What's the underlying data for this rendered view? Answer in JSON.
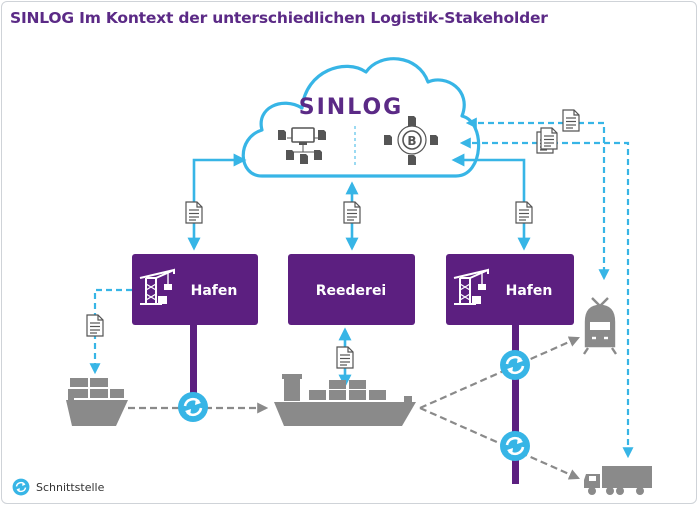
{
  "title": "SINLOG Im Kontext der unterschiedlichen Logistik-Stakeholder",
  "cloud_label": "SINLOG",
  "nodes": {
    "port_left": "Hafen",
    "shipping_company": "Reederei",
    "port_right": "Hafen"
  },
  "legend": {
    "icon": "sync-arrows-icon",
    "label": "Schnittstelle"
  },
  "colors": {
    "purple": "#5c1f80",
    "cyan": "#37b5e6",
    "gray": "#8a8a8a",
    "title": "#5b2a86"
  }
}
